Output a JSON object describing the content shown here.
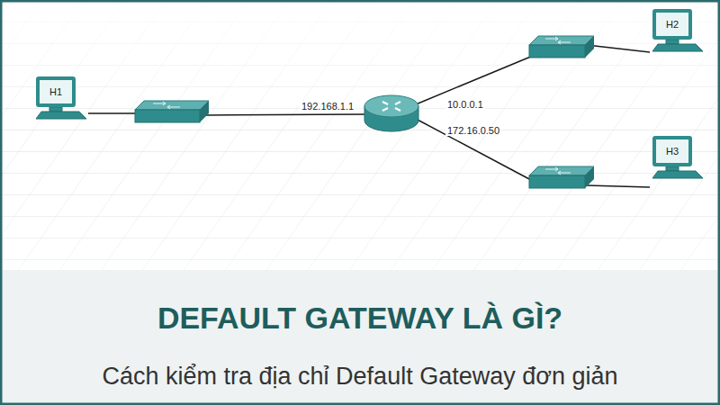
{
  "diagram": {
    "title": "DEFAULT GATEWAY LÀ GÌ?",
    "caption": "Cách kiểm tra địa chỉ Default Gateway đơn giản",
    "nodes": [
      {
        "text": [
          "H1"
        ]
      },
      {
        "text": [
          "H2"
        ]
      },
      {
        "text": [
          "H3"
        ]
      }
    ],
    "labels": [
      "192.168.1.1",
      "10.0.0.1",
      "172.16.0.50"
    ]
  }
}
